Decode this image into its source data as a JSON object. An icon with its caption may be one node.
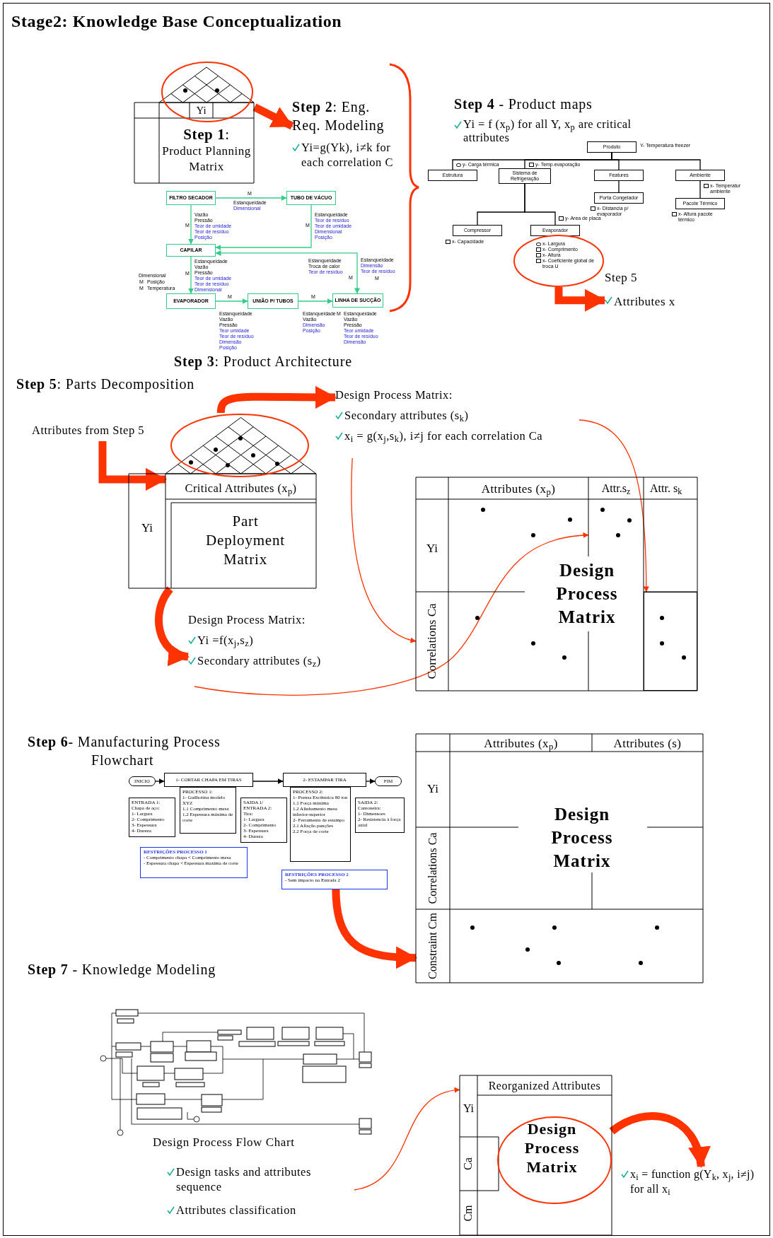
{
  "diagram": {
    "title": "Stage2: Knowledge Base Conceptualization",
    "nodes": [
      {
        "text": [
          "Yi",
          "**Step 1**:",
          "Product Planning Matrix"
        ]
      },
      {
        "text": [
          "**Step 2**: Eng. Req. Modeling",
          "Yi=g(Yk), i≠k for each correlation C"
        ]
      },
      {
        "text": [
          "FILTRO SECADOR"
        ]
      },
      {
        "text": [
          "TUBO DE VÁCUO"
        ]
      },
      {
        "text": [
          "CAPILAR"
        ]
      },
      {
        "text": [
          "EVAPORADOR"
        ]
      },
      {
        "text": [
          "UNIÃO P/ TUBOS"
        ]
      },
      {
        "text": [
          "LINHA DE SUCÇÃO"
        ]
      },
      {
        "text": [
          "Produto"
        ]
      },
      {
        "text": [
          "Estrutura"
        ]
      },
      {
        "text": [
          "Sistema de Refrigeração"
        ]
      },
      {
        "text": [
          "Features"
        ]
      },
      {
        "text": [
          "Ambiente"
        ]
      },
      {
        "text": [
          "Porta Congelador"
        ]
      },
      {
        "text": [
          "Pacote Térmico"
        ]
      },
      {
        "text": [
          "Compressor"
        ]
      },
      {
        "text": [
          "Evaporador"
        ]
      },
      {
        "text": [],
        "shape": "ellipse"
      },
      {
        "text": [
          "Step 5",
          "Attributes x"
        ]
      },
      {
        "text": [
          "**Step 4** - Product maps",
          "Yi = f (x$_{p}$) for all Y, x$_{p}$ are critical attributes"
        ]
      },
      {
        "text": [
          "Attributes from Step 5"
        ]
      },
      {
        "text": [
          "Yi",
          "Part Deployment Matrix"
        ]
      },
      {
        "text": [
          "Critical Attributes (x$_{p}$)"
        ],
        "in": 21
      },
      {
        "text": [
          "Design Process Matrix:",
          "Secondary attributes (s$_{k}$)",
          "x$_{i}$ = g(x$_{j}$,s$_{k}$), i≠j for each correlation Ca"
        ]
      },
      {
        "text": [
          "Attributes (x$_{p}$)",
          "Attr. s$_{k}$",
          "Yi",
          "Design Process Matrix"
        ]
      },
      {
        "text": [
          "Attr.s$_{z}$"
        ],
        "in": 24
      },
      {
        "text": [
          "Correlations Ca"
        ],
        "in": 24
      },
      {
        "text": [],
        "shape": "box",
        "in": 24
      },
      {
        "text": [
          "Design Process Matrix:",
          "Yi =f(x$_{j}$,s$_{z}$)",
          "Secondary attributes (s$_{z}$)"
        ]
      },
      {
        "text": [
          "Attributes (x$_{p}$)",
          "Attributes (s)",
          "Yi",
          "Correlations Ca",
          "Design Process Matrix",
          "Constraint Cm"
        ]
      },
      {
        "text": [
          "INICIO"
        ]
      },
      {
        "text": [
          "1- CORTAR CHAPA EM TIRAS"
        ]
      },
      {
        "text": [
          "ENTRADA 1:",
          "Chapa de aço:",
          "1- Largura",
          "2- Comprimento",
          "3- Espessura",
          "4- Dureza"
        ]
      },
      {
        "text": [
          "PROCESSO 1:",
          "1- Guilhotina modelo XYZ",
          "1.1 Comprimento mesa",
          "1.2 Espessura máxima de corte"
        ]
      },
      {
        "text": [
          "SAIDA 1/ ENTRADA 2:",
          "Tira:",
          "1- Largura",
          "2- Comprimento",
          "3- Espessura",
          "4- Dureza"
        ]
      },
      {
        "text": [
          "2- ESTAMPAR TIRA"
        ]
      },
      {
        "text": [
          "PROCESSO 2:",
          "1- Prensa Excêntrica 80 ton",
          "1.1 Força máxima",
          "1.2 Alinhamento mesa inferior-superior",
          "2- Ferramenta de estampo",
          "2.1 Afiação punções",
          "2.2 Força de corte"
        ]
      },
      {
        "text": [
          "SAIDA 2:",
          "Cantoneira:",
          "1- Dimensoes",
          "2- Resistencia à força axial"
        ]
      },
      {
        "text": [
          "FIM"
        ]
      },
      {
        "text": [
          "RESTRIÇÕES PROCESSO 1",
          "- Comprimento chapa < Comprimento mesa",
          "- Espessura chapa < Espessura maxima de corte"
        ]
      },
      {
        "text": [
          "RESTRIÇÕES PROCESSO 2",
          "- Sem impacto na Entrada 2"
        ]
      },
      {
        "text": [
          "Design Process Flow Chart",
          "Design tasks and attributes sequence",
          "Attributes classification"
        ]
      },
      {
        "text": [
          "Reorganized Attributes",
          "Yi",
          "Ca",
          "Design Process Matrix",
          "Cm"
        ]
      },
      {
        "text": [
          "x$_{i}$ = function g(Y$_{k}$, x$_{j}$, i≠j) for all x$_{i}$"
        ]
      }
    ],
    "edges": [
      {
        "from": 0,
        "to": 1,
        "arrow": "to",
        "style": "thick",
        "color": "#ff3300"
      },
      {
        "from": 2,
        "to": 3,
        "arrow": "to",
        "color": "#33cc88"
      },
      {
        "from": 2,
        "to": 4,
        "arrow": "to",
        "color": "#33cc88"
      },
      {
        "from": 3,
        "to": 4,
        "arrow": "to",
        "color": "#33cc88"
      },
      {
        "from": 4,
        "to": 7,
        "arrow": "both",
        "color": "#33cc88"
      },
      {
        "from": 4,
        "to": 5,
        "arrow": "to",
        "color": "#33cc88"
      },
      {
        "from": 5,
        "to": 6,
        "arrow": "to",
        "color": "#33cc88"
      },
      {
        "from": 6,
        "to": 7,
        "arrow": "to",
        "color": "#33cc88"
      },
      {
        "from": 8,
        "to": 9,
        "arrow": "none",
        "color": "#000000"
      },
      {
        "from": 8,
        "to": 10,
        "arrow": "none",
        "color": "#000000"
      },
      {
        "from": 8,
        "to": 11,
        "arrow": "none",
        "color": "#000000"
      },
      {
        "from": 8,
        "to": 12,
        "arrow": "none",
        "color": "#000000"
      },
      {
        "from": 10,
        "to": 15,
        "arrow": "none",
        "color": "#000000"
      },
      {
        "from": 10,
        "to": 16,
        "arrow": "none",
        "color": "#000000"
      },
      {
        "from": 11,
        "to": 13,
        "arrow": "none",
        "color": "#000000"
      },
      {
        "from": 12,
        "to": 14,
        "arrow": "none",
        "color": "#000000"
      },
      {
        "from": 17,
        "to": 18,
        "arrow": "to",
        "style": "thick",
        "color": "#ff3300"
      },
      {
        "from": 20,
        "to": 22,
        "arrow": "to",
        "style": "thick",
        "color": "#ff3300"
      },
      {
        "from": 21,
        "to": 23,
        "arrow": "to",
        "style": "thick",
        "color": "#ff3300"
      },
      {
        "from": 23,
        "to": 26,
        "arrow": "to",
        "color": "#ff3300"
      },
      {
        "from": 23,
        "to": 27,
        "arrow": "to",
        "color": "#ff3300"
      },
      {
        "from": 21,
        "to": 28,
        "arrow": "to",
        "style": "thick",
        "color": "#ff3300"
      },
      {
        "from": 28,
        "to": 25,
        "arrow": "to",
        "color": "#ff3300"
      },
      {
        "from": 30,
        "to": 31,
        "arrow": "to",
        "color": "#000000"
      },
      {
        "from": 31,
        "to": 35,
        "arrow": "to",
        "color": "#000000"
      },
      {
        "from": 35,
        "to": 38,
        "arrow": "to",
        "color": "#000000"
      },
      {
        "from": 40,
        "to": 29,
        "arrow": "to",
        "style": "thick",
        "color": "#ff3300"
      },
      {
        "from": 41,
        "to": 42,
        "arrow": "to",
        "color": "#ff3300"
      },
      {
        "from": 42,
        "to": 43,
        "arrow": "to",
        "style": "thick",
        "color": "#ff3300"
      }
    ],
    "labels": [
      "M",
      "Estanqueidade",
      "Dimensional",
      "M",
      "Vazão",
      "Pressão",
      "Teor de umidade",
      "Teor de resíduo",
      "Posição",
      "M",
      "Estanqueidade",
      "Teor de resíduo",
      "Teor de umidade",
      "Dimensional",
      "Posição",
      "M",
      "Estanqueidade",
      "Vazão",
      "Pressão",
      "Teor de umidade",
      "Teor de resíduo",
      "Dimensional",
      "Dimensional",
      "M",
      "Posição",
      "M",
      "Temperatura",
      "Estanqueidade",
      "Troca de calor",
      "Teor de resíduo",
      "Estanqueidade",
      "Dimensão",
      "Teor de resíduo",
      "M",
      "M",
      "M",
      "M",
      "Estanqueidade",
      "Vazão",
      "Pressão",
      "Teor umidade",
      "Teor de resíduo",
      "Dimensão",
      "Posição",
      "Estanqueidade",
      "Vazão",
      "Dimensão",
      "Posição",
      "M",
      "Estanqueidade",
      "Vazão",
      "Pressão",
      "Teor umidade",
      "Teor de resíduo",
      "Dimensão",
      "**Step 3**: Product Architecture",
      "Y- Temperatura freezer",
      "y- Carga térmica",
      "y- Temp.evaporação",
      "x- Temperatur ambiente",
      "x- Distancia p/ evaporador",
      "x- Altura pacote térmico",
      "y- Area de placa",
      "x- Capacidade",
      "x- Largura",
      "x- Comprimento",
      "x- Altura",
      "x- Coeficiente global de troca U",
      "**Step 5**: Parts Decomposition",
      "**Step 6**- Manufacturing Process Flowchart",
      "**Step 7** - Knowledge Modeling"
    ]
  }
}
